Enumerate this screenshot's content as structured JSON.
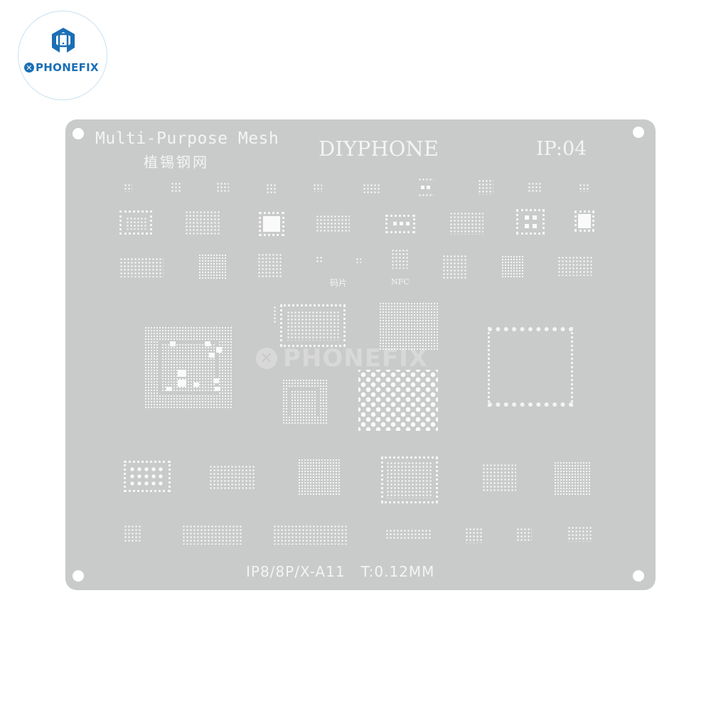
{
  "brand_logo": {
    "name": "PHONEFIX",
    "prefix_icon": "x-circle-icon",
    "mark_icon": "wrench-phone-icon",
    "color": "#1a6fb5"
  },
  "stencil": {
    "title": "Multi-Purpose Mesh",
    "subtitle_cn": "植锡钢网",
    "brand": "DIYPHONE",
    "model_code": "IP:04",
    "footer": "IP8/8P/X-A11   T:0.12MM",
    "labels": {
      "code_chip": "码片",
      "nfc": "NFC"
    },
    "plate_color": "#c9caca",
    "aperture_color": "#f7f7f7"
  },
  "watermark": {
    "text": "PHONEFIX"
  }
}
